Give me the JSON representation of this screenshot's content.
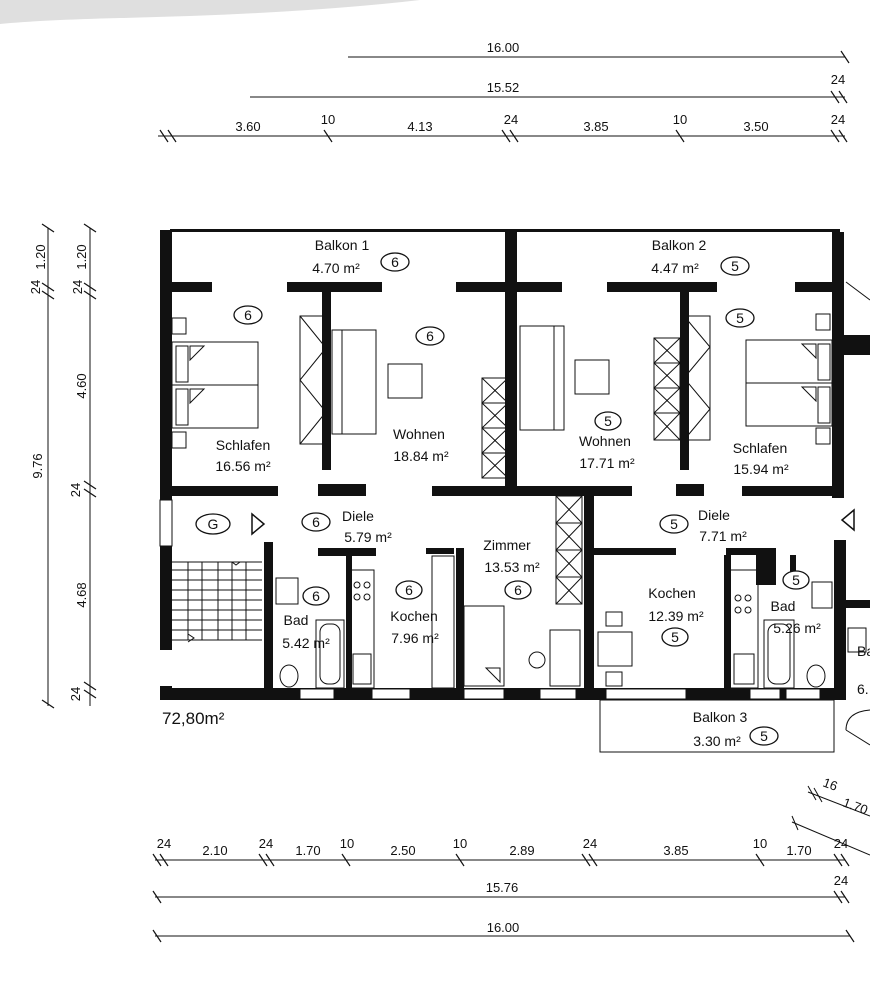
{
  "dimensions": {
    "top_total": "16.00",
    "top_inner": "15.52",
    "top_segments": [
      "3.60",
      "10",
      "4.13",
      "24",
      "3.85",
      "10",
      "3.50",
      "24"
    ],
    "top_right_a": "24",
    "top_right_b": "24",
    "left_total": "9.76",
    "left_segments_a": [
      "24",
      "1.20"
    ],
    "left_segments_b": [
      "24",
      "1.20",
      "4.60",
      "24",
      "4.68",
      "24"
    ],
    "bottom_segments": [
      "24",
      "2.10",
      "24",
      "1.70",
      "10",
      "2.50",
      "10",
      "2.89",
      "24",
      "3.85",
      "10",
      "1.70",
      "24"
    ],
    "bottom_inner": "15.76",
    "bottom_inner_right": "24",
    "bottom_total": "16.00",
    "diag_a": "16",
    "diag_b": "1.70"
  },
  "rooms": [
    {
      "name": "Balkon 1",
      "area": "4.70 m²",
      "marker": "6"
    },
    {
      "name": "Balkon 2",
      "area": "4.47 m²",
      "marker": "5"
    },
    {
      "name": "Schlafen",
      "area": "16.56 m²",
      "marker": "6"
    },
    {
      "name": "Wohnen",
      "area": "18.84 m²",
      "marker": "6"
    },
    {
      "name": "Wohnen",
      "area": "17.71 m²",
      "marker": "5"
    },
    {
      "name": "Schlafen",
      "area": "15.94 m²",
      "marker": "5"
    },
    {
      "name": "Diele",
      "area": "5.79 m²",
      "marker": "6"
    },
    {
      "name": "Diele",
      "area": "7.71 m²",
      "marker": "5"
    },
    {
      "name": "Zimmer",
      "area": "13.53 m²",
      "marker": "6"
    },
    {
      "name": "Bad",
      "area": "5.42 m²",
      "marker": "6"
    },
    {
      "name": "Kochen",
      "area": "7.96 m²",
      "marker": "6"
    },
    {
      "name": "Kochen",
      "area": "12.39 m²",
      "marker": "5"
    },
    {
      "name": "Bad",
      "area": "5.26 m²",
      "marker": "5"
    },
    {
      "name": "Balkon 3",
      "area": "3.30 m²",
      "marker": "5"
    }
  ],
  "stair_marker": "G",
  "total_area": "72,80m²",
  "cut_off": {
    "label_a": "Ba",
    "label_b": "6."
  }
}
